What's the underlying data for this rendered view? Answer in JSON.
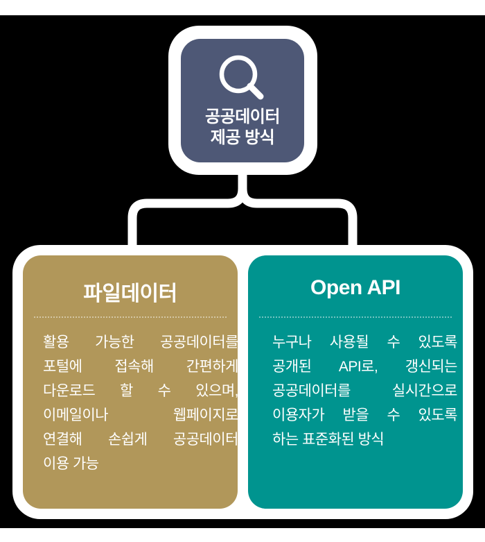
{
  "palette": {
    "background": "#000000",
    "canvas_band": "#ffffff",
    "top_node_fill": "#4e5876",
    "file_box_fill": "#b1975a",
    "api_box_fill": "#00948f",
    "connector": "#ffffff",
    "text": "#ffffff",
    "divider": "rgba(255,255,255,0.45)"
  },
  "top_node": {
    "icon": "magnifier-icon",
    "title_lines": [
      "공공데이터",
      "제공 방식"
    ]
  },
  "boxes": [
    {
      "id": "file-data",
      "title": "파일데이터",
      "body_lines": [
        "활용 가능한 공공데이터를",
        "포털에 접속해 간편하게",
        "다운로드 할 수 있으며,",
        "이메일이나 웹페이지로",
        "연결해 손쉽게 공공데이터",
        "이용 가능"
      ]
    },
    {
      "id": "open-api",
      "title": "Open API",
      "body_lines": [
        "누구나 사용될 수 있도록",
        "공개된 API로, 갱신되는",
        "공공데이터를 실시간으로",
        "이용자가 받을 수 있도록",
        "하는 표준화된 방식"
      ]
    }
  ]
}
